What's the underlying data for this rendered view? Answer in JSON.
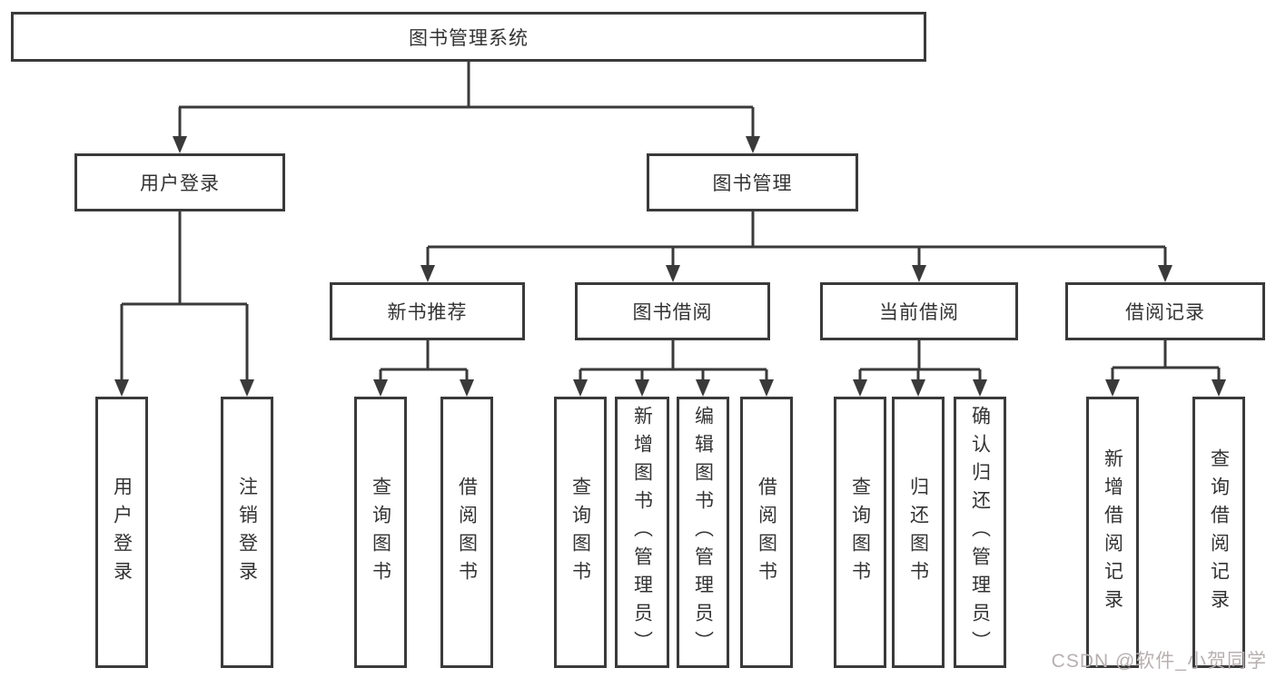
{
  "diagram": {
    "root": {
      "label": "图书管理系统"
    },
    "branches": [
      {
        "label": "用户登录",
        "children": [
          {
            "label": "用户登录"
          },
          {
            "label": "注销登录"
          }
        ]
      },
      {
        "label": "图书管理",
        "sections": [
          {
            "label": "新书推荐",
            "children": [
              {
                "label": "查询图书"
              },
              {
                "label": "借阅图书"
              }
            ]
          },
          {
            "label": "图书借阅",
            "children": [
              {
                "label": "查询图书"
              },
              {
                "label": "新增图书（管理员）"
              },
              {
                "label": "编辑图书（管理员）"
              },
              {
                "label": "借阅图书"
              }
            ]
          },
          {
            "label": "当前借阅",
            "children": [
              {
                "label": "查询图书"
              },
              {
                "label": "归还图书"
              },
              {
                "label": "确认归还（管理员）"
              }
            ]
          },
          {
            "label": "借阅记录",
            "children": [
              {
                "label": "新增借阅记录"
              },
              {
                "label": "查询借阅记录"
              }
            ]
          }
        ]
      }
    ]
  },
  "watermark": {
    "text": "CSDN @软件_小贺同学"
  },
  "colors": {
    "line": "#3a3a3a",
    "text": "#333333",
    "background": "#ffffff",
    "watermark": "#b8b0b0"
  }
}
